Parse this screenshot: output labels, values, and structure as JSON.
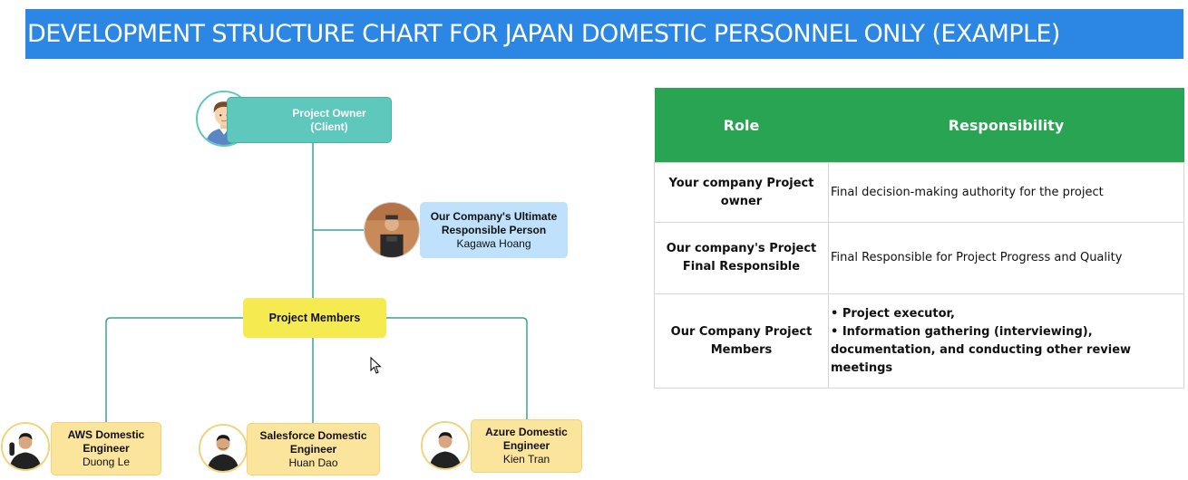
{
  "title": "DEVELOPMENT STRUCTURE CHART FOR JAPAN DOMESTIC PERSONNEL ONLY (EXAMPLE)",
  "colors": {
    "title_bar": "#2b87e3",
    "owner_node": "#5ec8bd",
    "ultimate_node": "#bfe1fb",
    "members_node": "#f5ea4f",
    "engineer_node": "#fbe49c",
    "table_header": "#28a452",
    "connector": "#3aa394"
  },
  "chart": {
    "owner": {
      "line1": "Project Owner",
      "line2": "(Client)",
      "avatar": "user-avatar-icon"
    },
    "ultimate": {
      "line1": "Our Company's Ultimate",
      "line2": "Responsible Person",
      "person": "Kagawa Hoang"
    },
    "members": {
      "label": "Project Members"
    },
    "engineers": [
      {
        "line1": "AWS Domestic",
        "line2": "Engineer",
        "person": "Duong Le"
      },
      {
        "line1": "Salesforce Domestic",
        "line2": "Engineer",
        "person": "Huan Dao"
      },
      {
        "line1": "Azure Domestic",
        "line2": "Engineer",
        "person": "Kien Tran"
      }
    ]
  },
  "table": {
    "headers": {
      "role": "Role",
      "responsibility": "Responsibility"
    },
    "rows": [
      {
        "role": "Your company Project owner",
        "responsibility": "Final decision-making authority for the project"
      },
      {
        "role": "Our company's Project Final Responsible",
        "responsibility": "Final Responsible for Project Progress and Quality"
      },
      {
        "role": "Our Company Project Members",
        "bullets": [
          "• Project executor,",
          "• Information gathering (interviewing), documentation, and conducting other review meetings"
        ]
      }
    ]
  }
}
